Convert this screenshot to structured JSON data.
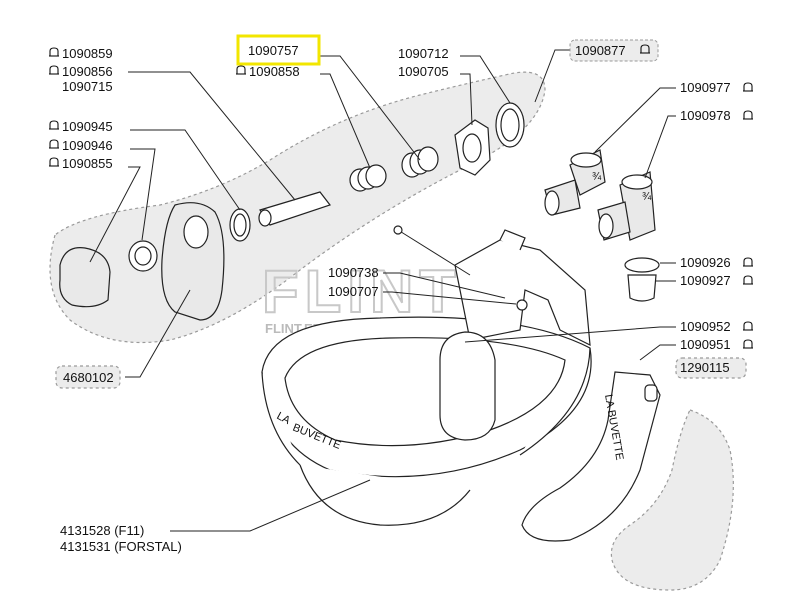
{
  "labels": {
    "p1090859": "1090859",
    "p1090856": "1090856",
    "p1090715": "1090715",
    "p1090757": "1090757",
    "p1090858": "1090858",
    "p1090712": "1090712",
    "p1090705": "1090705",
    "p1090877": "1090877",
    "p1090945": "1090945",
    "p1090946": "1090946",
    "p1090855": "1090855",
    "p1090977": "1090977",
    "p1090978": "1090978",
    "p1090926": "1090926",
    "p1090927": "1090927",
    "p1090738": "1090738",
    "p1090707": "1090707",
    "p1090952": "1090952",
    "p1090951": "1090951",
    "p1290115": "1290115",
    "p4680102": "4680102",
    "p4131528": "4131528 (F11)",
    "p4131531": "4131531 (FORSTAL)"
  },
  "watermark": {
    "text": "FLINT",
    "sub": "FLINT.EE"
  },
  "bowl_text": {
    "brand1": "LA",
    "brand2": "BUVETTE",
    "paddle": "LA BUVETTE"
  },
  "fitting_marks": {
    "m1": "¾",
    "m2": "¾"
  },
  "highlight_color": "#f2e600"
}
